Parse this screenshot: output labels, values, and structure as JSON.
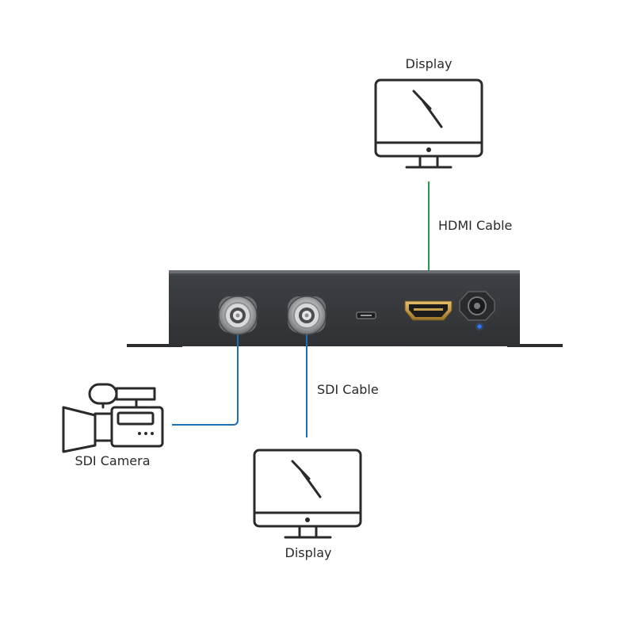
{
  "labels": {
    "display_top": "Display",
    "hdmi_cable": "HDMI Cable",
    "sdi_cable": "SDI Cable",
    "sdi_camera": "SDI Camera",
    "display_bottom": "Display"
  },
  "colors": {
    "hdmi_cable": "#1f9a4a",
    "sdi_cable": "#1f6fb3",
    "device_body": "#3b3d40",
    "led": "#2f7bff",
    "icon_stroke": "#2a2a2a"
  }
}
